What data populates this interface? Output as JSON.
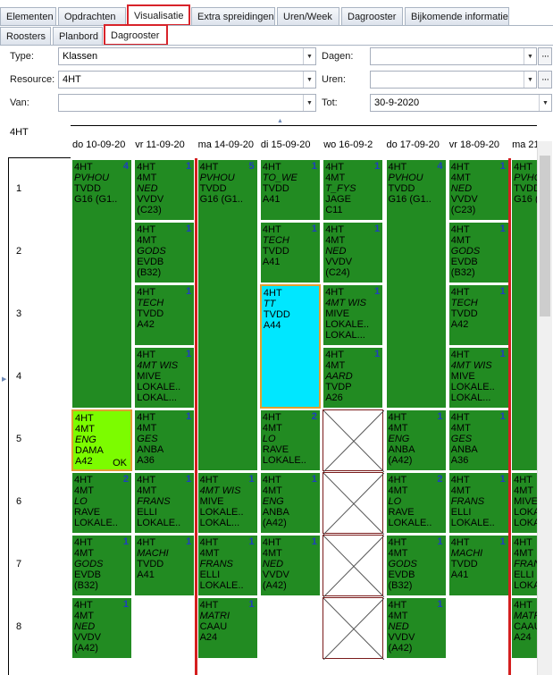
{
  "tabs_main": [
    "Elementen",
    "Opdrachten",
    "Visualisatie",
    "Extra spreidingen",
    "Uren/Week",
    "Dagrooster",
    "Bijkomende informatie"
  ],
  "tabs_main_active": 2,
  "tabs_sub": [
    "Roosters",
    "Planbord",
    "Dagrooster"
  ],
  "tabs_sub_active": 2,
  "filters": {
    "type_label": "Type:",
    "type_value": "Klassen",
    "resource_label": "Resource:",
    "resource_value": "4HT",
    "van_label": "Van:",
    "van_value": "",
    "dagen_label": "Dagen:",
    "dagen_value": "",
    "uren_label": "Uren:",
    "uren_value": "",
    "tot_label": "Tot:",
    "tot_value": "30-9-2020"
  },
  "schedule": {
    "resource": "4HT",
    "days": [
      "do 10-09-20",
      "vr 11-09-20",
      "ma 14-09-20",
      "di 15-09-20",
      "wo 16-09-2",
      "do 17-09-20",
      "vr 18-09-20",
      "ma 21"
    ],
    "periods": [
      "1",
      "2",
      "3",
      "4",
      "5",
      "6",
      "7",
      "8"
    ],
    "colors": {
      "lesson": "#228b22",
      "selected": "#00e7ff",
      "ok": "#7cfc00",
      "week_separator": "#d41f1f"
    },
    "lessons": [
      {
        "day": 0,
        "start": 0,
        "span": 4,
        "count": "4",
        "lines": [
          "4HT",
          "PVHOU",
          "TVDD",
          "G16 (G1.."
        ],
        "italic": [
          1
        ]
      },
      {
        "day": 0,
        "start": 4,
        "span": 1,
        "count": "",
        "lines": [
          "4HT",
          "4MT",
          "ENG",
          "DAMA",
          "A42"
        ],
        "italic": [
          2
        ],
        "ok": "OK",
        "variant": "lime"
      },
      {
        "day": 0,
        "start": 5,
        "span": 1,
        "count": "2",
        "lines": [
          "4HT",
          "4MT",
          "LO",
          "RAVE",
          "LOKALE.."
        ],
        "italic": [
          2
        ]
      },
      {
        "day": 0,
        "start": 6,
        "span": 1,
        "count": "1",
        "lines": [
          "4HT",
          "4MT",
          "GODS",
          "EVDB",
          "(B32)"
        ],
        "italic": [
          2
        ]
      },
      {
        "day": 0,
        "start": 7,
        "span": 1,
        "count": "1",
        "lines": [
          "4HT",
          "4MT",
          "NED",
          "VVDV",
          "(A42)"
        ],
        "italic": [
          2
        ]
      },
      {
        "day": 1,
        "start": 0,
        "span": 1,
        "count": "1",
        "lines": [
          "4HT",
          "4MT",
          "NED",
          "VVDV",
          "(C23)"
        ],
        "italic": [
          2
        ]
      },
      {
        "day": 1,
        "start": 1,
        "span": 1,
        "count": "1",
        "lines": [
          "4HT",
          "4MT",
          "GODS",
          "EVDB",
          "(B32)"
        ],
        "italic": [
          2
        ]
      },
      {
        "day": 1,
        "start": 2,
        "span": 1,
        "count": "1",
        "lines": [
          "4HT",
          "TECH",
          "TVDD",
          "A42"
        ],
        "italic": [
          1
        ]
      },
      {
        "day": 1,
        "start": 3,
        "span": 1,
        "count": "1",
        "lines": [
          "4HT",
          "4MT  WIS",
          "MIVE",
          "LOKALE..",
          "LOKAL..."
        ],
        "italic": [
          1
        ]
      },
      {
        "day": 1,
        "start": 4,
        "span": 1,
        "count": "1",
        "lines": [
          "4HT",
          "4MT",
          "GES",
          "ANBA",
          "A36"
        ],
        "italic": [
          2
        ]
      },
      {
        "day": 1,
        "start": 5,
        "span": 1,
        "count": "1",
        "lines": [
          "4HT",
          "4MT",
          "FRANS",
          "ELLI",
          "LOKALE.."
        ],
        "italic": [
          2
        ]
      },
      {
        "day": 1,
        "start": 6,
        "span": 1,
        "count": "1",
        "lines": [
          "4HT",
          "MACHI",
          "TVDD",
          "A41"
        ],
        "italic": [
          1
        ]
      },
      {
        "day": 2,
        "start": 0,
        "span": 5,
        "count": "5",
        "lines": [
          "4HT",
          "PVHOU",
          "TVDD",
          "G16 (G1.."
        ],
        "italic": [
          1
        ]
      },
      {
        "day": 2,
        "start": 5,
        "span": 1,
        "count": "1",
        "lines": [
          "4HT",
          "4MT  WIS",
          "MIVE",
          "LOKALE..",
          "LOKAL..."
        ],
        "italic": [
          1
        ]
      },
      {
        "day": 2,
        "start": 6,
        "span": 1,
        "count": "1",
        "lines": [
          "4HT",
          "4MT",
          "FRANS",
          "ELLI",
          "LOKALE.."
        ],
        "italic": [
          2
        ]
      },
      {
        "day": 2,
        "start": 7,
        "span": 1,
        "count": "1",
        "lines": [
          "4HT",
          "MATRI",
          "CAAU",
          "A24"
        ],
        "italic": [
          1
        ]
      },
      {
        "day": 3,
        "start": 0,
        "span": 1,
        "count": "1",
        "lines": [
          "4HT",
          "TO_WE",
          "TVDD",
          "A41"
        ],
        "italic": [
          1
        ]
      },
      {
        "day": 3,
        "start": 1,
        "span": 1,
        "count": "1",
        "lines": [
          "4HT",
          "TECH",
          "TVDD",
          "A41"
        ],
        "italic": [
          1
        ]
      },
      {
        "day": 3,
        "start": 2,
        "span": 2,
        "count": "",
        "lines": [
          "4HT",
          "TT",
          "TVDD",
          "A44"
        ],
        "italic": [
          1
        ],
        "variant": "cyan"
      },
      {
        "day": 3,
        "start": 4,
        "span": 1,
        "count": "2",
        "lines": [
          "4HT",
          "4MT",
          "LO",
          "RAVE",
          "LOKALE.."
        ],
        "italic": [
          2
        ]
      },
      {
        "day": 3,
        "start": 5,
        "span": 1,
        "count": "1",
        "lines": [
          "4HT",
          "4MT",
          "ENG",
          "ANBA",
          "(A42)"
        ],
        "italic": [
          2
        ]
      },
      {
        "day": 3,
        "start": 6,
        "span": 1,
        "count": "1",
        "lines": [
          "4HT",
          "4MT",
          "NED",
          "VVDV",
          "(A42)"
        ],
        "italic": [
          2
        ]
      },
      {
        "day": 4,
        "start": 0,
        "span": 1,
        "count": "1",
        "lines": [
          "4HT",
          "4MT",
          "T_FYS",
          "JAGE",
          "C11"
        ],
        "italic": [
          2
        ]
      },
      {
        "day": 4,
        "start": 1,
        "span": 1,
        "count": "1",
        "lines": [
          "4HT",
          "4MT",
          "NED",
          "VVDV",
          "(C24)"
        ],
        "italic": [
          2
        ]
      },
      {
        "day": 4,
        "start": 2,
        "span": 1,
        "count": "1",
        "lines": [
          "4HT",
          "4MT  WIS",
          "MIVE",
          "LOKALE..",
          "LOKAL..."
        ],
        "italic": [
          1
        ]
      },
      {
        "day": 4,
        "start": 3,
        "span": 1,
        "count": "1",
        "lines": [
          "4HT",
          "4MT",
          "AARD",
          "TVDP",
          "A26"
        ],
        "italic": [
          2
        ]
      },
      {
        "day": 5,
        "start": 0,
        "span": 4,
        "count": "4",
        "lines": [
          "4HT",
          "PVHOU",
          "TVDD",
          "G16 (G1.."
        ],
        "italic": [
          1
        ]
      },
      {
        "day": 5,
        "start": 4,
        "span": 1,
        "count": "1",
        "lines": [
          "4HT",
          "4MT",
          "ENG",
          "ANBA",
          "(A42)"
        ],
        "italic": [
          2
        ]
      },
      {
        "day": 5,
        "start": 5,
        "span": 1,
        "count": "2",
        "lines": [
          "4HT",
          "4MT",
          "LO",
          "RAVE",
          "LOKALE.."
        ],
        "italic": [
          2
        ]
      },
      {
        "day": 5,
        "start": 6,
        "span": 1,
        "count": "1",
        "lines": [
          "4HT",
          "4MT",
          "GODS",
          "EVDB",
          "(B32)"
        ],
        "italic": [
          2
        ]
      },
      {
        "day": 5,
        "start": 7,
        "span": 1,
        "count": "1",
        "lines": [
          "4HT",
          "4MT",
          "NED",
          "VVDV",
          "(A42)"
        ],
        "italic": [
          2
        ]
      },
      {
        "day": 6,
        "start": 0,
        "span": 1,
        "count": "1",
        "lines": [
          "4HT",
          "4MT",
          "NED",
          "VVDV",
          "(C23)"
        ],
        "italic": [
          2
        ]
      },
      {
        "day": 6,
        "start": 1,
        "span": 1,
        "count": "1",
        "lines": [
          "4HT",
          "4MT",
          "GODS",
          "EVDB",
          "(B32)"
        ],
        "italic": [
          2
        ]
      },
      {
        "day": 6,
        "start": 2,
        "span": 1,
        "count": "1",
        "lines": [
          "4HT",
          "TECH",
          "TVDD",
          "A42"
        ],
        "italic": [
          1
        ]
      },
      {
        "day": 6,
        "start": 3,
        "span": 1,
        "count": "1",
        "lines": [
          "4HT",
          "4MT  WIS",
          "MIVE",
          "LOKALE..",
          "LOKAL..."
        ],
        "italic": [
          1
        ]
      },
      {
        "day": 6,
        "start": 4,
        "span": 1,
        "count": "1",
        "lines": [
          "4HT",
          "4MT",
          "GES",
          "ANBA",
          "A36"
        ],
        "italic": [
          2
        ]
      },
      {
        "day": 6,
        "start": 5,
        "span": 1,
        "count": "1",
        "lines": [
          "4HT",
          "4MT",
          "FRANS",
          "ELLI",
          "LOKALE.."
        ],
        "italic": [
          2
        ]
      },
      {
        "day": 6,
        "start": 6,
        "span": 1,
        "count": "1",
        "lines": [
          "4HT",
          "MACHI",
          "TVDD",
          "A41"
        ],
        "italic": [
          1
        ]
      },
      {
        "day": 7,
        "start": 0,
        "span": 5,
        "count": "",
        "lines": [
          "4HT",
          "PVHOU",
          "TVDD",
          "G16 ("
        ],
        "italic": [
          1
        ]
      },
      {
        "day": 7,
        "start": 5,
        "span": 1,
        "count": "",
        "lines": [
          "4HT",
          "4MT",
          "MIVE",
          "LOKA",
          "LOKA"
        ],
        "italic": []
      },
      {
        "day": 7,
        "start": 6,
        "span": 1,
        "count": "",
        "lines": [
          "4HT",
          "4MT",
          "FRAN",
          "ELLI",
          "LOKA"
        ],
        "italic": [
          2
        ]
      },
      {
        "day": 7,
        "start": 7,
        "span": 1,
        "count": "",
        "lines": [
          "4HT",
          "MATR",
          "CAAU",
          "A24"
        ],
        "italic": [
          1
        ]
      }
    ],
    "blocked": [
      {
        "day": 4,
        "start": 4,
        "span": 4
      }
    ],
    "week_separators_after_day": [
      1,
      6
    ]
  }
}
